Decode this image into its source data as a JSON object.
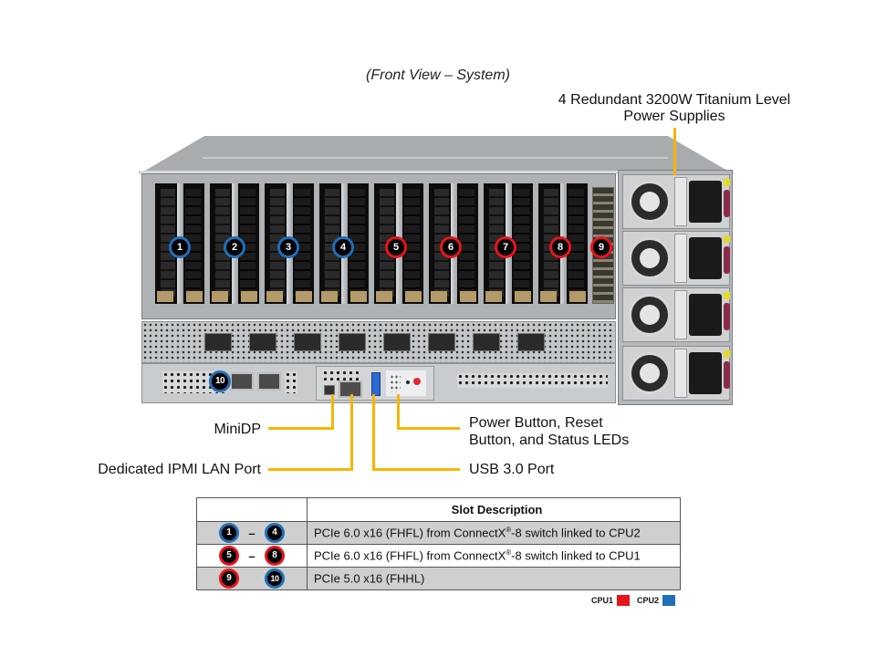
{
  "caption": "(Front View – System)",
  "psu_callout": {
    "line1": "4 Redundant 3200W Titanium Level",
    "line2": "Power Supplies"
  },
  "callouts": {
    "minidp": "MiniDP",
    "ipmi": "Dedicated IPMI LAN Port",
    "power_line1": "Power Button, Reset",
    "power_line2": "Button, and Status LEDs",
    "usb": "USB 3.0 Port"
  },
  "slot_badges": [
    {
      "label": "1",
      "cpu": "CPU2"
    },
    {
      "label": "2",
      "cpu": "CPU2"
    },
    {
      "label": "3",
      "cpu": "CPU2"
    },
    {
      "label": "4",
      "cpu": "CPU2"
    },
    {
      "label": "5",
      "cpu": "CPU1"
    },
    {
      "label": "6",
      "cpu": "CPU1"
    },
    {
      "label": "7",
      "cpu": "CPU1"
    },
    {
      "label": "8",
      "cpu": "CPU1"
    },
    {
      "label": "9",
      "cpu": "CPU1"
    },
    {
      "label": "10",
      "cpu": "CPU2"
    }
  ],
  "table": {
    "header": "Slot Description",
    "rows": [
      {
        "from": "1",
        "from_cpu": "CPU2",
        "sep": "–",
        "to": "4",
        "to_cpu": "CPU2",
        "desc_pre": "PCIe 6.0 x16 (FHFL) from ConnectX",
        "desc_sup": "®",
        "desc_post": "-8 switch linked to CPU2"
      },
      {
        "from": "5",
        "from_cpu": "CPU1",
        "sep": "–",
        "to": "8",
        "to_cpu": "CPU1",
        "desc_pre": "PCIe 6.0 x16 (FHFL) from ConnectX",
        "desc_sup": "®",
        "desc_post": "-8 switch linked to CPU1"
      },
      {
        "from": "9",
        "from_cpu": "CPU1",
        "sep": "",
        "to": "10",
        "to_cpu": "CPU2",
        "desc_pre": "PCIe 5.0 x16 (FHHL)",
        "desc_sup": "",
        "desc_post": ""
      }
    ]
  },
  "legend": {
    "cpu1_label": "CPU1",
    "cpu1_color": "#e8141c",
    "cpu2_label": "CPU2",
    "cpu2_color": "#1f6fb8"
  },
  "colors": {
    "leader": "#f7b500"
  }
}
